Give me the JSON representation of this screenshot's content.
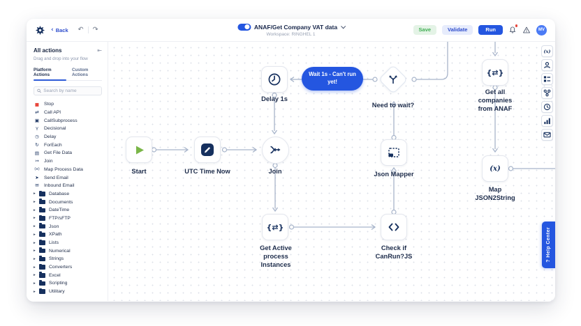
{
  "header": {
    "back_chevron": "‹",
    "back_label": "Back",
    "undo_icon": "↶",
    "redo_icon": "↷",
    "toggle_state": "on",
    "title": "ANAF/Get Company VAT data",
    "workspace": "Workspace: RINGHEL 1",
    "save_label": "Save",
    "validate_label": "Validate",
    "run_label": "Run",
    "avatar_initials": "MV"
  },
  "sidebar": {
    "title": "All actions",
    "collapse_icon": "⇤",
    "subtitle": "Drag and drop into your flow",
    "tabs": [
      {
        "label": "Platform Actions",
        "active": true
      },
      {
        "label": "Custom Actions",
        "active": false
      }
    ],
    "search_placeholder": "Search by name",
    "actions": [
      {
        "label": "Stop",
        "glyph": "■",
        "color": "#e8463c"
      },
      {
        "label": "Call API",
        "glyph": "⇄",
        "color": "#16305e"
      },
      {
        "label": "CallSubprocess",
        "glyph": "▣",
        "color": "#16305e"
      },
      {
        "label": "Decisional",
        "glyph": "Y",
        "color": "#16305e"
      },
      {
        "label": "Delay",
        "glyph": "◷",
        "color": "#16305e"
      },
      {
        "label": "ForEach",
        "glyph": "↻",
        "color": "#16305e"
      },
      {
        "label": "Get File Data",
        "glyph": "▤",
        "color": "#16305e"
      },
      {
        "label": "Join",
        "glyph": "↣",
        "color": "#16305e"
      },
      {
        "label": "Map Process Data",
        "glyph": "(x)",
        "color": "#16305e"
      },
      {
        "label": "Send Email",
        "glyph": "➤",
        "color": "#16305e"
      },
      {
        "label": "Inbound Email",
        "glyph": "✉",
        "color": "#16305e"
      }
    ],
    "folder_chevron": "▸",
    "folders": [
      "Database",
      "Documents",
      "DateTime",
      "FTP/sFTP",
      "Json",
      "XPath",
      "Lists",
      "Numerical",
      "Strings",
      "Converters",
      "Excel",
      "Scripting",
      "Utilitary"
    ]
  },
  "canvas": {
    "tooltip": "Wait 1s - Can't run\nyet!",
    "nodes": [
      {
        "id": "start",
        "label": "Start"
      },
      {
        "id": "utc-time-now",
        "label": "UTC Time Now"
      },
      {
        "id": "join",
        "label": "Join"
      },
      {
        "id": "delay-1s",
        "label": "Delay 1s"
      },
      {
        "id": "need-to-wait",
        "label": "Need to wait?"
      },
      {
        "id": "json-mapper",
        "label": "Json Mapper"
      },
      {
        "id": "get-all-companies",
        "label": "Get all\ncompanies\nfrom ANAF",
        "glyph": "{⇄}"
      },
      {
        "id": "map-json2string",
        "label": "Map\nJSON2String",
        "glyph": "(x)"
      },
      {
        "id": "get-active-instances",
        "label": "Get Active\nprocess\nInstances",
        "glyph": "{⇄}"
      },
      {
        "id": "check-if-canrun",
        "label": "Check if\nCanRun?JS"
      }
    ]
  },
  "right_rail": {
    "icons": [
      "fx-icon",
      "user-icon",
      "list-blocks-icon",
      "network-icon",
      "clock-icon",
      "bar-chart-icon",
      "mail-icon"
    ]
  },
  "help_center": {
    "label": "? Help Center"
  },
  "colors": {
    "accent_blue": "#2456e0",
    "navy": "#16305e",
    "start_green": "#7ab648",
    "stop_red": "#e8463c",
    "save_bg": "#e4f3e6",
    "save_text": "#3fae52",
    "validate_bg": "#e7ecfc",
    "validate_text": "#2d4ccc",
    "edge": "#a7b4ca"
  }
}
